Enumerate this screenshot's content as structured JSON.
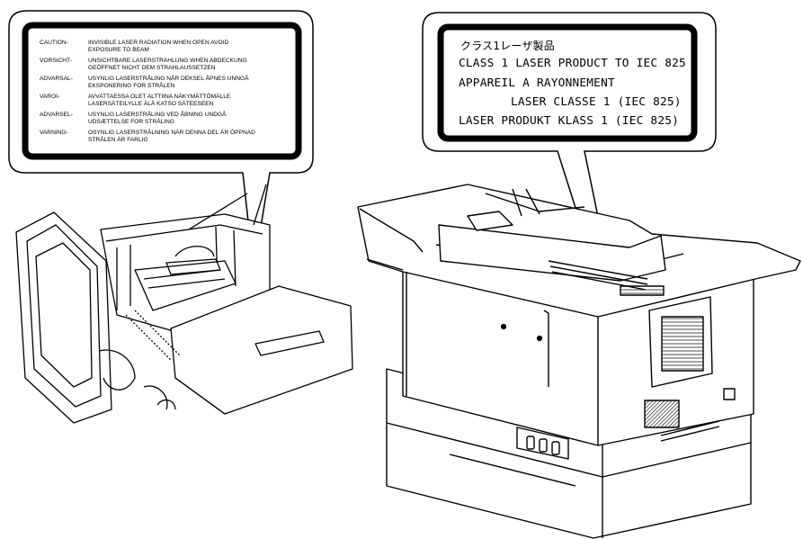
{
  "caution_label": {
    "rows": [
      {
        "lang": "CAUTION-",
        "text": "INVISIBLE LASER RADIATION WHEN OPEN AVOID\n EXPOSURE TO BEAM"
      },
      {
        "lang": "VORSICHT-",
        "text": "UNSICHTBARE LASERSTRAHLUNG WHEN ABDECKUNG\n GEÖFFNET NICHT DEM STRAHLAUSSETZEN"
      },
      {
        "lang": "ADVARSAL-",
        "text": "USYNLIG LASERSTRÅLING NÅR DEKSEL ÅPNES UNNGÅ\n EKSPONERING FOR STRÅLEN"
      },
      {
        "lang": "VAROI-",
        "text": "AVVATTAESSA OLET ALTTIINA NÄKYMÄTTÖMÄLLE\n LASERSÄTEILYLLE ÄLÄ KATSO SÄTEESEEN"
      },
      {
        "lang": "ADVARSEL-",
        "text": "USYNLIG LASERSTRÅLING VED ÅBNING UNDGÅ\n UDSÆTTELSE FOR STRÅLING"
      },
      {
        "lang": "VARNING-",
        "text": "OSYNLIG LASERSTRÅLNING NÄR DENNA DEL ÄR ÖPPNAD\n STRÅLEN ÄR FARLIG"
      }
    ]
  },
  "class1_label": {
    "line1": "クラス1レーザ製品",
    "line2": "CLASS 1 LASER PRODUCT TO IEC 825",
    "line3": "APPAREIL A RAYONNEMENT",
    "line4": "LASER CLASSE 1 (IEC 825)",
    "line5": "LASER PRODUKT KLASS 1 (IEC 825)"
  },
  "colors": {
    "ink": "#000000",
    "paper": "#ffffff",
    "hatch": "#555555"
  }
}
